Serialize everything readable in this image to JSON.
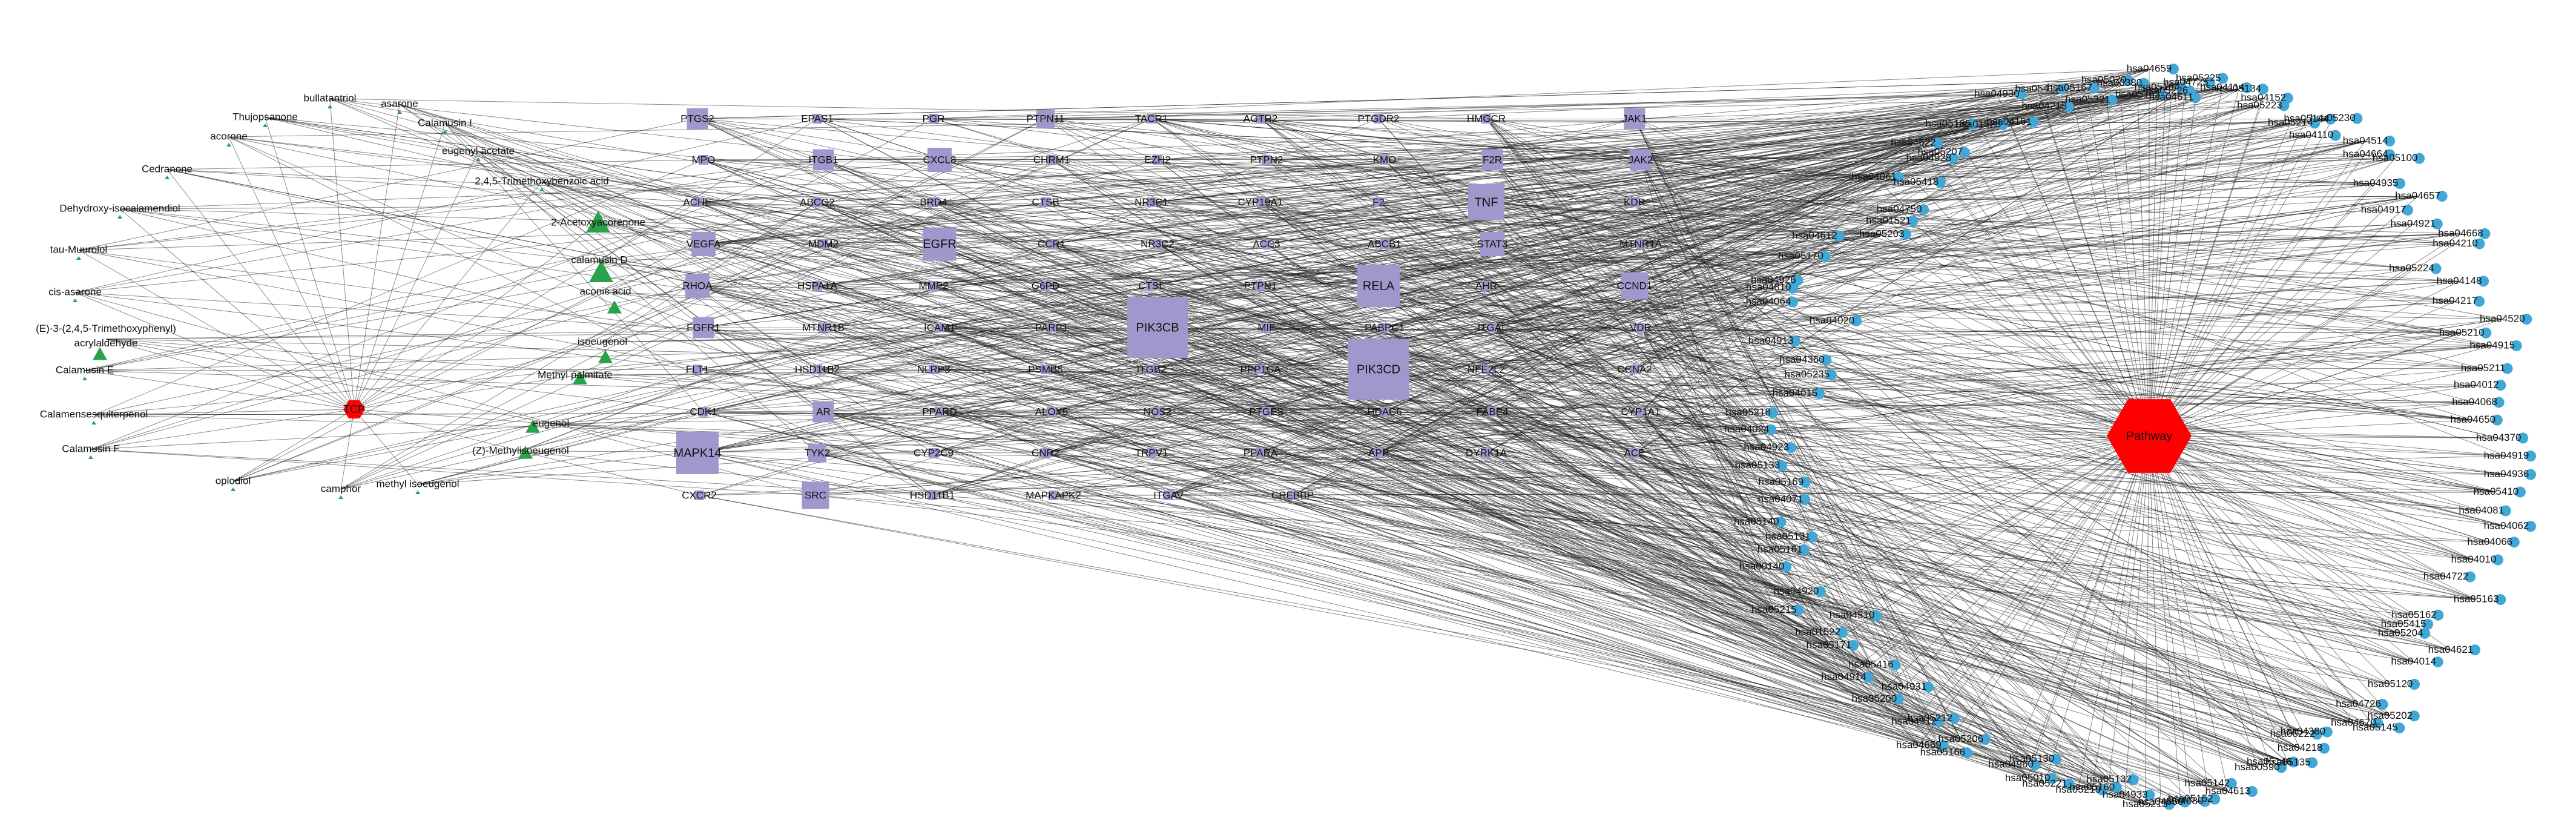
{
  "hubs": {
    "drug": "TCP",
    "pathway": "Pathway"
  },
  "compounds": [
    "bullatantriol",
    "asarone",
    "Thujopsanone",
    "Calamusin I",
    "acorone",
    "eugenyl acetate",
    "Cedranone",
    "2,4,5-Trimethoxybenzoic acid",
    "Dehydroxy-isocalamendiol",
    "2-Acetoxyacorenone",
    "tau-Muurolol",
    "calamusin D",
    "cis-asarone",
    "aconic acid",
    "(E)-3-(2,4,5-Trimethoxyphenyl) acrylaldehyde",
    "isoeugenol",
    "Calamusin E",
    "Methyl palmitate",
    "Calamensesquiterpenol",
    "eugenol",
    "Calamusin F",
    "(Z)-Methylisoeugenol",
    "oplodiol",
    "camphor",
    "methyl isoeugenol"
  ],
  "targets": [
    "PTGS2",
    "EPAS1",
    "PGR",
    "PTPN11",
    "TACR1",
    "AGTR2",
    "PTGDR2",
    "HMGCR",
    "JAK1",
    "MPO",
    "ITGB1",
    "CXCL8",
    "CHRM1",
    "EZH2",
    "PTPN2",
    "KMO",
    "F2R",
    "JAK2",
    "ACHE",
    "ABCG2",
    "BRD4",
    "CTSB",
    "NR3C1",
    "CYP19A1",
    "F2",
    "TNF",
    "KDR",
    "VEGFA",
    "MDM2",
    "EGFR",
    "CCR1",
    "NR3C2",
    "ACC3",
    "ABCB1",
    "STAT3",
    "MTNR1A",
    "RHOA",
    "HSPA1A",
    "MMP2",
    "G6PD",
    "CTSL",
    "PTPN1",
    "RELA",
    "AHR",
    "CCND1",
    "FGFR1",
    "MTNR1B",
    "ICAM1",
    "PARP1",
    "PIK3CB",
    "MIF",
    "PABPC1",
    "ITGAL",
    "VDR",
    "FLT1",
    "HSD11B2",
    "NLRP3",
    "PSMB5",
    "ITGB2",
    "PPP1CA",
    "PIK3CD",
    "NFE2L2",
    "CCNA2",
    "CDK1",
    "AR",
    "PPARD",
    "ALOX5",
    "NOS2",
    "PTGES",
    "HDAC6",
    "FABP4",
    "CYP1A1",
    "MAPK14",
    "TYK2",
    "CYP2C9",
    "CNR2",
    "TRPV1",
    "PPARA",
    "APP",
    "DYRK1A",
    "ACE",
    "CXCR2",
    "SRC",
    "HSD11B1",
    "MAPKAPK2",
    "ITGAV",
    "CREBBP"
  ],
  "pathways": [
    "hsa04659",
    "hsa05226",
    "hsa04725",
    "hsa05225",
    "hsa04114",
    "hsa05134",
    "hsa05223",
    "hsa04152",
    "hsa05214",
    "hsa05144",
    "hsa05230",
    "hsa04110",
    "hsa04514",
    "hsa04664",
    "hsa05100",
    "hsa04935",
    "hsa04657",
    "hsa04917",
    "hsa04921",
    "hsa04668",
    "hsa04210",
    "hsa05224",
    "hsa04148",
    "hsa04217",
    "hsa04520",
    "hsa05210",
    "hsa04915",
    "hsa05211",
    "hsa04012",
    "hsa04068",
    "hsa04650",
    "hsa04370",
    "hsa04919",
    "hsa04936",
    "hsa05410",
    "hsa04081",
    "hsa04062",
    "hsa04066",
    "hsa04010",
    "hsa04722",
    "hsa05163",
    "hsa05162",
    "hsa05415",
    "hsa05204",
    "hsa04621",
    "hsa04014",
    "hsa05120",
    "hsa04726",
    "hsa05202",
    "hsa05145",
    "hsa04670",
    "hsa04380",
    "hsa05222",
    "hsa04218",
    "hsa05135",
    "hsa05146",
    "hsa00590",
    "hsa04613",
    "hsa05142",
    "hsa05152",
    "hsa04080",
    "hsa04550",
    "hsa05213",
    "hsa04933",
    "hsa05132",
    "hsa05160",
    "hsa05219",
    "hsa05221",
    "hsa05130",
    "hsa05010",
    "hsa04960",
    "hsa05206",
    "hsa05166",
    "hsa04659b",
    "hsa04912",
    "hsa05212",
    "hsa05200",
    "hsa04931",
    "hsa04914",
    "hsa05416",
    "hsa05171",
    "hsa01522",
    "hsa04510",
    "hsa05215",
    "hsa04920",
    "hsa00140",
    "hsa05161",
    "hsa05131",
    "hsa05140",
    "hsa04071",
    "hsa05169",
    "hsa05133",
    "hsa04923",
    "hsa04024",
    "hsa05218",
    "hsa04015",
    "hsa05235",
    "hsa04360",
    "hsa04913",
    "hsa04020",
    "hsa04064",
    "hsa04810",
    "hsa04926",
    "hsa05170",
    "hsa04612",
    "hsa05203",
    "hsa01521",
    "hsa04750",
    "hsa04061",
    "hsa05418",
    "hsa04928",
    "hsa05207",
    "hsa04622",
    "hsa05165",
    "hsa01523",
    "hsa04151",
    "hsa04930",
    "hsa05417",
    "hsa04213",
    "hsa05167",
    "hsa05321",
    "hsa05020",
    "hsa00380",
    "hsa05163b",
    "hsa05164",
    "hsa04611"
  ],
  "colors": {
    "hub": "#ff0000",
    "compound": "#2aa24a",
    "target": "#9f98cc",
    "pathway": "#41a7d6",
    "edge": "#1a1a1a"
  }
}
